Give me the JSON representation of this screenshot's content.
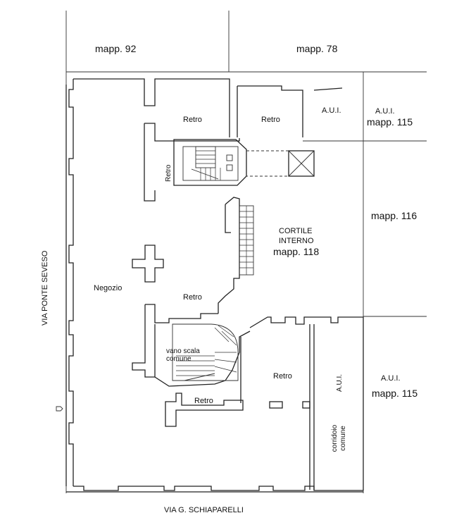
{
  "labels": {
    "mapp92": "mapp. 92",
    "mapp78": "mapp. 78",
    "aui_top": "A.U.I.",
    "aui_right_top": "A.U.I.",
    "mapp115_top": "mapp. 115",
    "retro_1": "Retro",
    "retro_2": "Retro",
    "retro_vertical": "Retro",
    "mapp116": "mapp. 116",
    "cortile_line1": "CORTILE",
    "cortile_line2": "INTERNO",
    "cortile_mapp": "mapp. 118",
    "negozio": "Negozio",
    "retro_3": "Retro",
    "vano_line1": "vano scala",
    "vano_line2": "comune",
    "retro_4": "Retro",
    "aui_vertical": "A.U.I.",
    "aui_right_bottom": "A.U.I.",
    "mapp115_bottom": "mapp. 115",
    "corridoio_line1": "corridoio",
    "corridoio_line2": "comune",
    "retro_5": "Retro",
    "street_left": "VIA PONTE SEVESO",
    "street_bottom": "VIA G. SCHIAPARELLI"
  }
}
